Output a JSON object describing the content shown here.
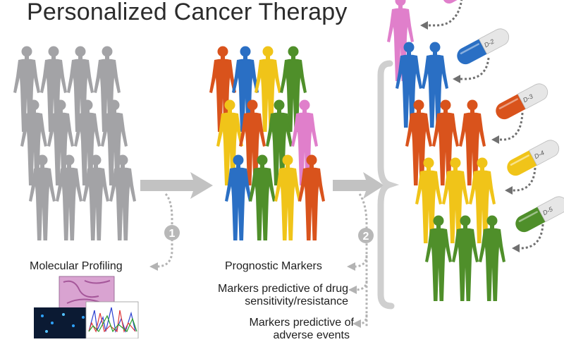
{
  "title": "Personalized Cancer Therapy",
  "steps": [
    "1",
    "2"
  ],
  "labels": {
    "molecular_profiling": "Molecular Profiling",
    "prognostic_markers": "Prognostic Markers",
    "predictive_sensitivity_line1": "Markers predictive of drug",
    "predictive_sensitivity_line2": "sensitivity/resistance",
    "adverse_line1": "Markers predictive of",
    "adverse_line2": "adverse events"
  },
  "drugs": [
    "D-2",
    "D-3",
    "D-4",
    "D-5"
  ],
  "colors": {
    "gray": "#a3a3a6",
    "orange": "#d9531c",
    "blue": "#2a6fc4",
    "yellow": "#f0c419",
    "green": "#4f8f2a",
    "pink": "#e07fcb",
    "arrow": "#c2c2c2",
    "text": "#1e1e1e"
  }
}
